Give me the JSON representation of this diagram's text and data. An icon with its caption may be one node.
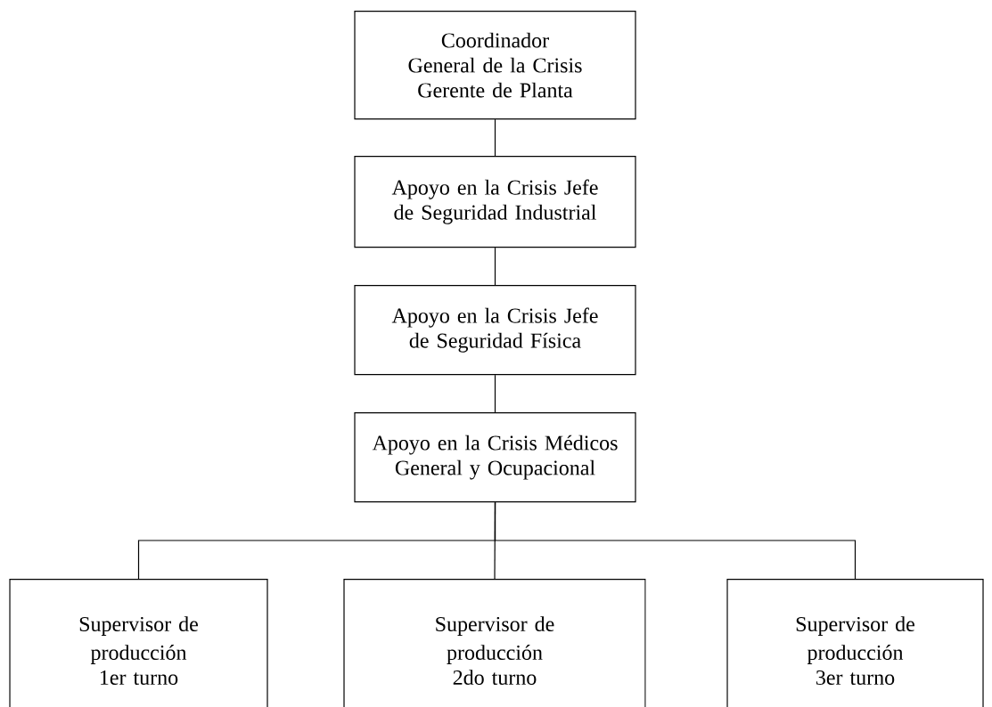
{
  "diagram": {
    "nodes": [
      {
        "text": [
          "Coordinador General de la Crisis",
          "Gerente de Planta"
        ]
      },
      {
        "text": [
          "Apoyo en la Crisis Jefe de Seguridad Industrial"
        ]
      },
      {
        "text": [
          "Apoyo en la Crisis Jefe de Seguridad Física"
        ]
      },
      {
        "text": [
          "Apoyo en la Crisis Médicos General y Ocupacional"
        ]
      },
      {
        "text": [
          "Supervisor de producción 1er turno"
        ]
      },
      {
        "text": [
          "Supervisor de producción 2do turno"
        ]
      },
      {
        "text": [
          "Supervisor de producción 3er turno"
        ]
      }
    ],
    "edges": [
      {
        "from": 0,
        "to": 1,
        "arrow": "none"
      },
      {
        "from": 1,
        "to": 2,
        "arrow": "none"
      },
      {
        "from": 2,
        "to": 3,
        "arrow": "none"
      },
      {
        "from": 3,
        "to": 4,
        "arrow": "none"
      },
      {
        "from": 3,
        "to": 5,
        "arrow": "none"
      },
      {
        "from": 3,
        "to": 6,
        "arrow": "none"
      }
    ]
  }
}
